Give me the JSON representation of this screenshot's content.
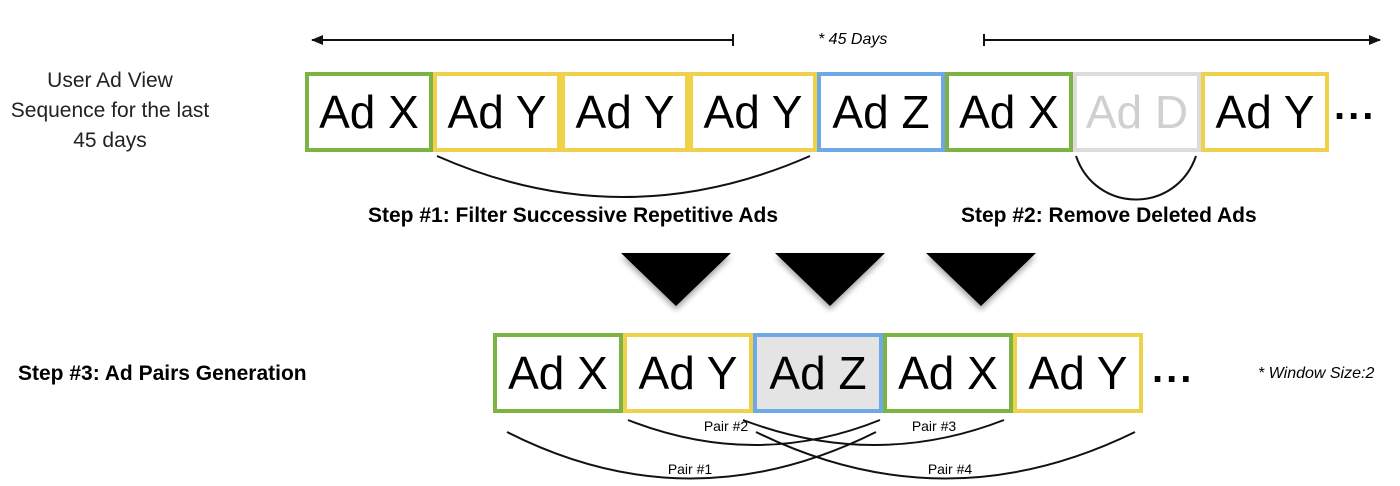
{
  "colors": {
    "green": "#7cb342",
    "yellow": "#f0d24a",
    "blue": "#6fa8e6",
    "gray_border": "#dcdcdc",
    "gray_text": "#d0d0d0",
    "highlight_fill": "#e4e4e4"
  },
  "sequence_label": "User Ad View Sequence for the last 45 days",
  "window_note": "* 45 Days",
  "top_sequence": [
    {
      "label": "Ad X",
      "color": "green",
      "state": "normal"
    },
    {
      "label": "Ad Y",
      "color": "yellow",
      "state": "normal"
    },
    {
      "label": "Ad Y",
      "color": "yellow",
      "state": "normal"
    },
    {
      "label": "Ad Y",
      "color": "yellow",
      "state": "normal"
    },
    {
      "label": "Ad Z",
      "color": "blue",
      "state": "normal"
    },
    {
      "label": "Ad X",
      "color": "green",
      "state": "normal"
    },
    {
      "label": "Ad D",
      "color": "gray",
      "state": "deleted"
    },
    {
      "label": "Ad Y",
      "color": "yellow",
      "state": "normal"
    }
  ],
  "ellipsis": "...",
  "step1": "Step #1: Filter Successive Repetitive Ads",
  "step2": "Step #2: Remove Deleted Ads",
  "step3": "Step #3: Ad Pairs Generation",
  "window_size_note": "* Window Size:2",
  "bottom_sequence": [
    {
      "label": "Ad X",
      "color": "green",
      "state": "normal"
    },
    {
      "label": "Ad Y",
      "color": "yellow",
      "state": "normal"
    },
    {
      "label": "Ad Z",
      "color": "blue",
      "state": "highlighted"
    },
    {
      "label": "Ad X",
      "color": "green",
      "state": "normal"
    },
    {
      "label": "Ad Y",
      "color": "yellow",
      "state": "normal"
    }
  ],
  "pairs": [
    "Pair #1",
    "Pair #2",
    "Pair #3",
    "Pair #4"
  ]
}
